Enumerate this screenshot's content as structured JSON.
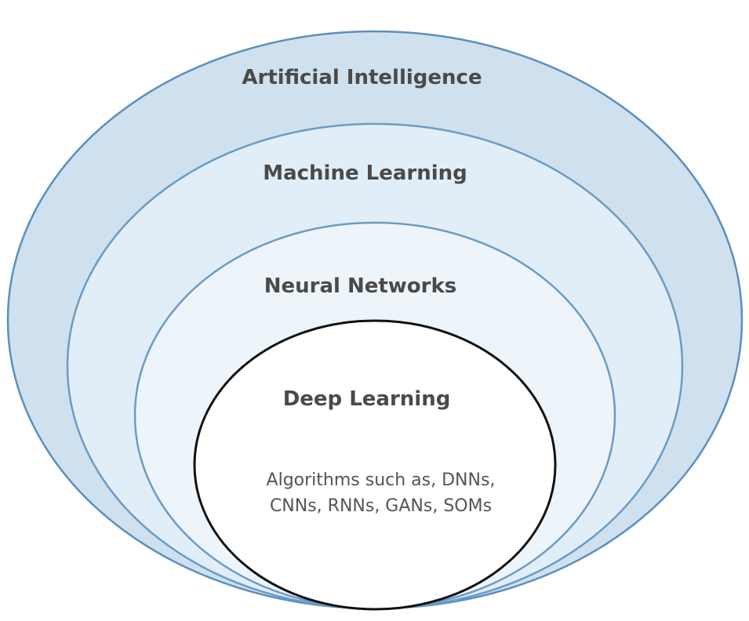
{
  "layers": [
    {
      "id": "ai",
      "label": "Artificial Intelligence",
      "fill": "#cfe1ef",
      "stroke": "#5b8fbf"
    },
    {
      "id": "ml",
      "label": "Machine Learning",
      "fill": "#e2eef7",
      "stroke": "#6b9bc6"
    },
    {
      "id": "nn",
      "label": "Neural Networks",
      "fill": "#eef5fa",
      "stroke": "#6b9bc6"
    },
    {
      "id": "dl",
      "label": "Deep Learning",
      "fill": "#ffffff",
      "stroke": "#111111"
    }
  ],
  "algorithms": {
    "line1": "Algorithms such as, DNNs,",
    "line2": "CNNs, RNNs, GANs, SOMs"
  }
}
